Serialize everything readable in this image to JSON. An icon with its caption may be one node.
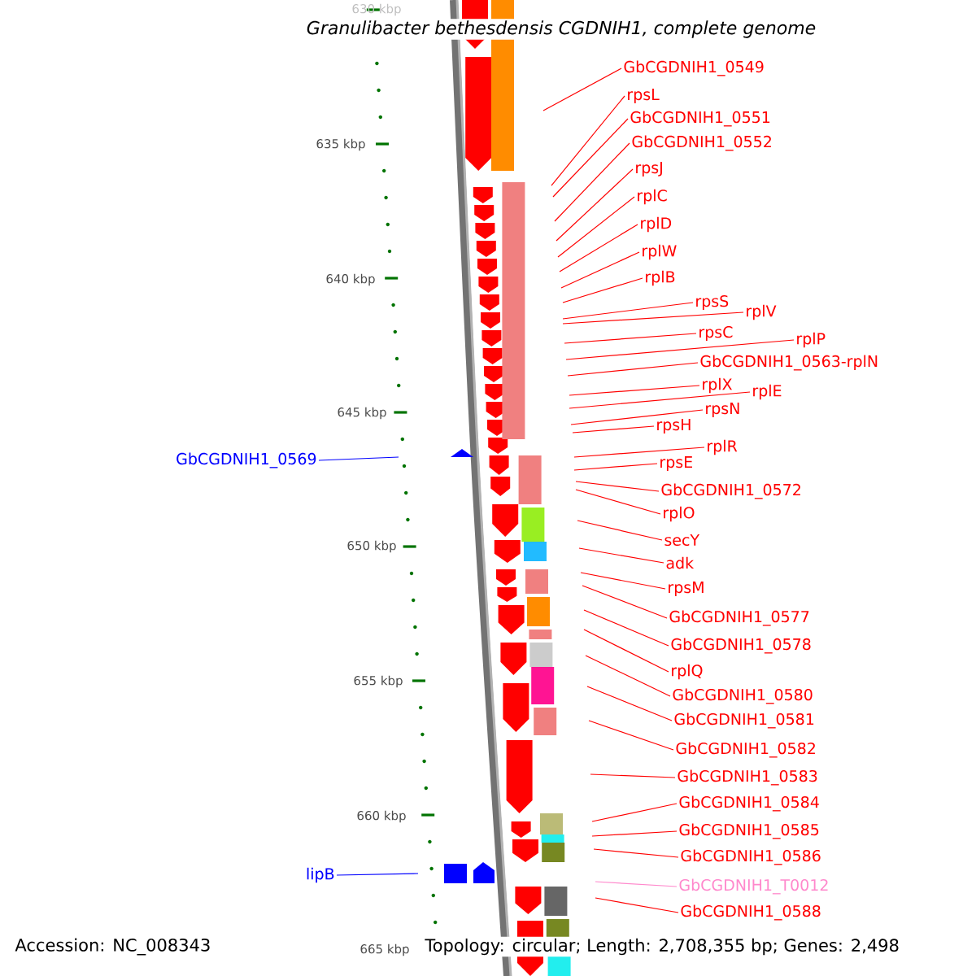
{
  "diagram": {
    "title": "Granulibacter bethesdensis CGDNIH1, complete genome",
    "nodes": [
      {
        "text": [
          "GbCGDNIH1_0549"
        ]
      },
      {
        "text": [
          "rpsL"
        ]
      },
      {
        "text": [
          "GbCGDNIH1_0551"
        ]
      },
      {
        "text": [
          "GbCGDNIH1_0552"
        ]
      },
      {
        "text": [
          "rpsJ"
        ]
      },
      {
        "text": [
          "rplC"
        ]
      },
      {
        "text": [
          "rplD"
        ]
      },
      {
        "text": [
          "rplW"
        ]
      },
      {
        "text": [
          "rplB"
        ]
      },
      {
        "text": [
          "rpsS"
        ]
      },
      {
        "text": [
          "rplV"
        ]
      },
      {
        "text": [
          "rpsC"
        ]
      },
      {
        "text": [
          "rplP"
        ]
      },
      {
        "text": [
          "GbCGDNIH1_0563-rplN"
        ]
      },
      {
        "text": [
          "rplX"
        ]
      },
      {
        "text": [
          "rplE"
        ]
      },
      {
        "text": [
          "rpsN"
        ]
      },
      {
        "text": [
          "rpsH"
        ]
      },
      {
        "text": [
          "rplR"
        ]
      },
      {
        "text": [
          "rpsE"
        ]
      },
      {
        "text": [
          "GbCGDNIH1_0572"
        ]
      },
      {
        "text": [
          "rplO"
        ]
      },
      {
        "text": [
          "secY"
        ]
      },
      {
        "text": [
          "adk"
        ]
      },
      {
        "text": [
          "rpsM"
        ]
      },
      {
        "text": [
          "GbCGDNIH1_0577"
        ]
      },
      {
        "text": [
          "GbCGDNIH1_0578"
        ]
      },
      {
        "text": [
          "rplQ"
        ]
      },
      {
        "text": [
          "GbCGDNIH1_0580"
        ]
      },
      {
        "text": [
          "GbCGDNIH1_0581"
        ]
      },
      {
        "text": [
          "GbCGDNIH1_0582"
        ]
      },
      {
        "text": [
          "GbCGDNIH1_0583"
        ]
      },
      {
        "text": [
          "GbCGDNIH1_0584"
        ]
      },
      {
        "text": [
          "GbCGDNIH1_0585"
        ]
      },
      {
        "text": [
          "GbCGDNIH1_0586"
        ]
      },
      {
        "text": [
          "GbCGDNIH1_T0012"
        ]
      },
      {
        "text": [
          "GbCGDNIH1_0588"
        ]
      },
      {
        "text": [
          "GbCGDNIH1_0569"
        ]
      },
      {
        "text": [
          "lipB"
        ]
      }
    ],
    "edges": [
      {
        "from": 0,
        "to": null,
        "arrow": "none"
      },
      {
        "from": 1,
        "to": null,
        "arrow": "none"
      },
      {
        "from": 2,
        "to": null,
        "arrow": "none"
      },
      {
        "from": 3,
        "to": null,
        "arrow": "none"
      },
      {
        "from": 4,
        "to": null,
        "arrow": "none"
      },
      {
        "from": 5,
        "to": null,
        "arrow": "none"
      },
      {
        "from": 6,
        "to": null,
        "arrow": "none"
      },
      {
        "from": 7,
        "to": null,
        "arrow": "none"
      },
      {
        "from": 8,
        "to": null,
        "arrow": "none"
      },
      {
        "from": 9,
        "to": null,
        "arrow": "none"
      },
      {
        "from": 10,
        "to": null,
        "arrow": "none"
      },
      {
        "from": 11,
        "to": null,
        "arrow": "none"
      },
      {
        "from": 12,
        "to": null,
        "arrow": "none"
      },
      {
        "from": 13,
        "to": null,
        "arrow": "none"
      },
      {
        "from": 14,
        "to": null,
        "arrow": "none"
      },
      {
        "from": 15,
        "to": null,
        "arrow": "none"
      },
      {
        "from": 16,
        "to": null,
        "arrow": "none"
      },
      {
        "from": 17,
        "to": null,
        "arrow": "none"
      },
      {
        "from": 18,
        "to": null,
        "arrow": "none"
      },
      {
        "from": 19,
        "to": null,
        "arrow": "none"
      },
      {
        "from": 20,
        "to": null,
        "arrow": "none"
      },
      {
        "from": 21,
        "to": null,
        "arrow": "none"
      },
      {
        "from": 22,
        "to": null,
        "arrow": "none"
      },
      {
        "from": 23,
        "to": null,
        "arrow": "none"
      },
      {
        "from": 24,
        "to": null,
        "arrow": "none"
      },
      {
        "from": 25,
        "to": null,
        "arrow": "none"
      },
      {
        "from": 26,
        "to": null,
        "arrow": "none"
      },
      {
        "from": 27,
        "to": null,
        "arrow": "none"
      },
      {
        "from": 28,
        "to": null,
        "arrow": "none"
      },
      {
        "from": 29,
        "to": null,
        "arrow": "none"
      },
      {
        "from": 30,
        "to": null,
        "arrow": "none"
      },
      {
        "from": 31,
        "to": null,
        "arrow": "none"
      },
      {
        "from": 32,
        "to": null,
        "arrow": "none"
      },
      {
        "from": 33,
        "to": null,
        "arrow": "none"
      },
      {
        "from": 34,
        "to": null,
        "arrow": "none"
      },
      {
        "from": 35,
        "to": null,
        "arrow": "none",
        "color": "#ff88cc"
      },
      {
        "from": 36,
        "to": null,
        "arrow": "none"
      },
      {
        "from": 37,
        "to": null,
        "arrow": "none",
        "color": "#0000ff"
      },
      {
        "from": 38,
        "to": null,
        "arrow": "none",
        "color": "#0000ff"
      }
    ],
    "labels": [
      "630 kbp",
      "635 kbp",
      "640 kbp",
      "645 kbp",
      "650 kbp",
      "655 kbp",
      "660 kbp",
      "665 kbp",
      "Accession: NC_008343",
      "Topology: circular; Length: 2,708,355 bp; Genes: 2,498"
    ]
  }
}
